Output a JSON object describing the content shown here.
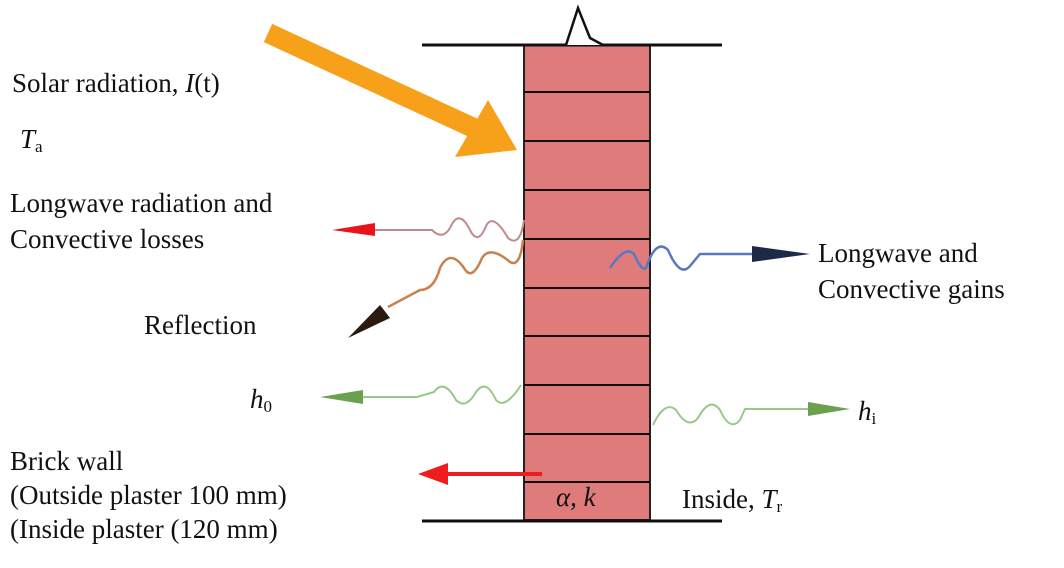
{
  "labels": {
    "solar": {
      "text": "Solar radiation, ",
      "var": "I",
      "arg": "(t)"
    },
    "ta": {
      "var": "T",
      "sub": "a"
    },
    "longwave_losses": [
      "Longwave radiation and",
      "Convective losses"
    ],
    "reflection": "Reflection",
    "longwave_gains": [
      "Longwave and",
      "Convective gains"
    ],
    "h0": {
      "var": "h",
      "sub": "0"
    },
    "hi": {
      "var": "h",
      "sub": "i"
    },
    "brick": [
      "Brick wall",
      "(Outside plaster 100 mm)",
      "(Inside plaster (120 mm)"
    ],
    "alpha_k": "α, k",
    "inside": {
      "text": "Inside, ",
      "var": "T",
      "sub": "r"
    }
  },
  "colors": {
    "wall": "#e07b7c",
    "solar_arrow": "#f7a11a",
    "losses_wave": "#c08a8f",
    "losses_arrow": "#e8141a",
    "reflection": "#c8814f",
    "gains": "#5a78c0",
    "convection": "#7ab45f",
    "conduction_arrow": "#ee1c1c"
  }
}
